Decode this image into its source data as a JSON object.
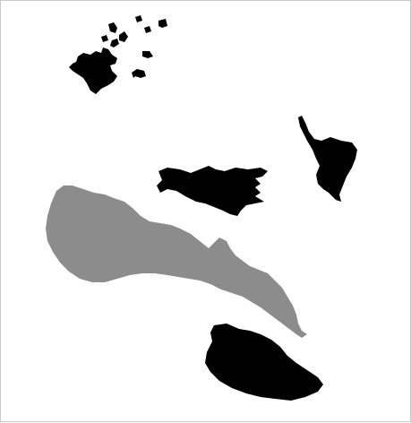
{
  "map": {
    "colors": {
      "background": "#ffffff",
      "border": "#c9c9c9",
      "other_regions": "#000000",
      "highlighted_region": "#8c8c8c"
    },
    "regions": [
      {
        "name": "northwest-islands",
        "highlighted": false
      },
      {
        "name": "central-island",
        "highlighted": false
      },
      {
        "name": "east-island",
        "highlighted": false
      },
      {
        "name": "main-highlighted-island",
        "highlighted": true
      },
      {
        "name": "south-island",
        "highlighted": false
      }
    ]
  }
}
